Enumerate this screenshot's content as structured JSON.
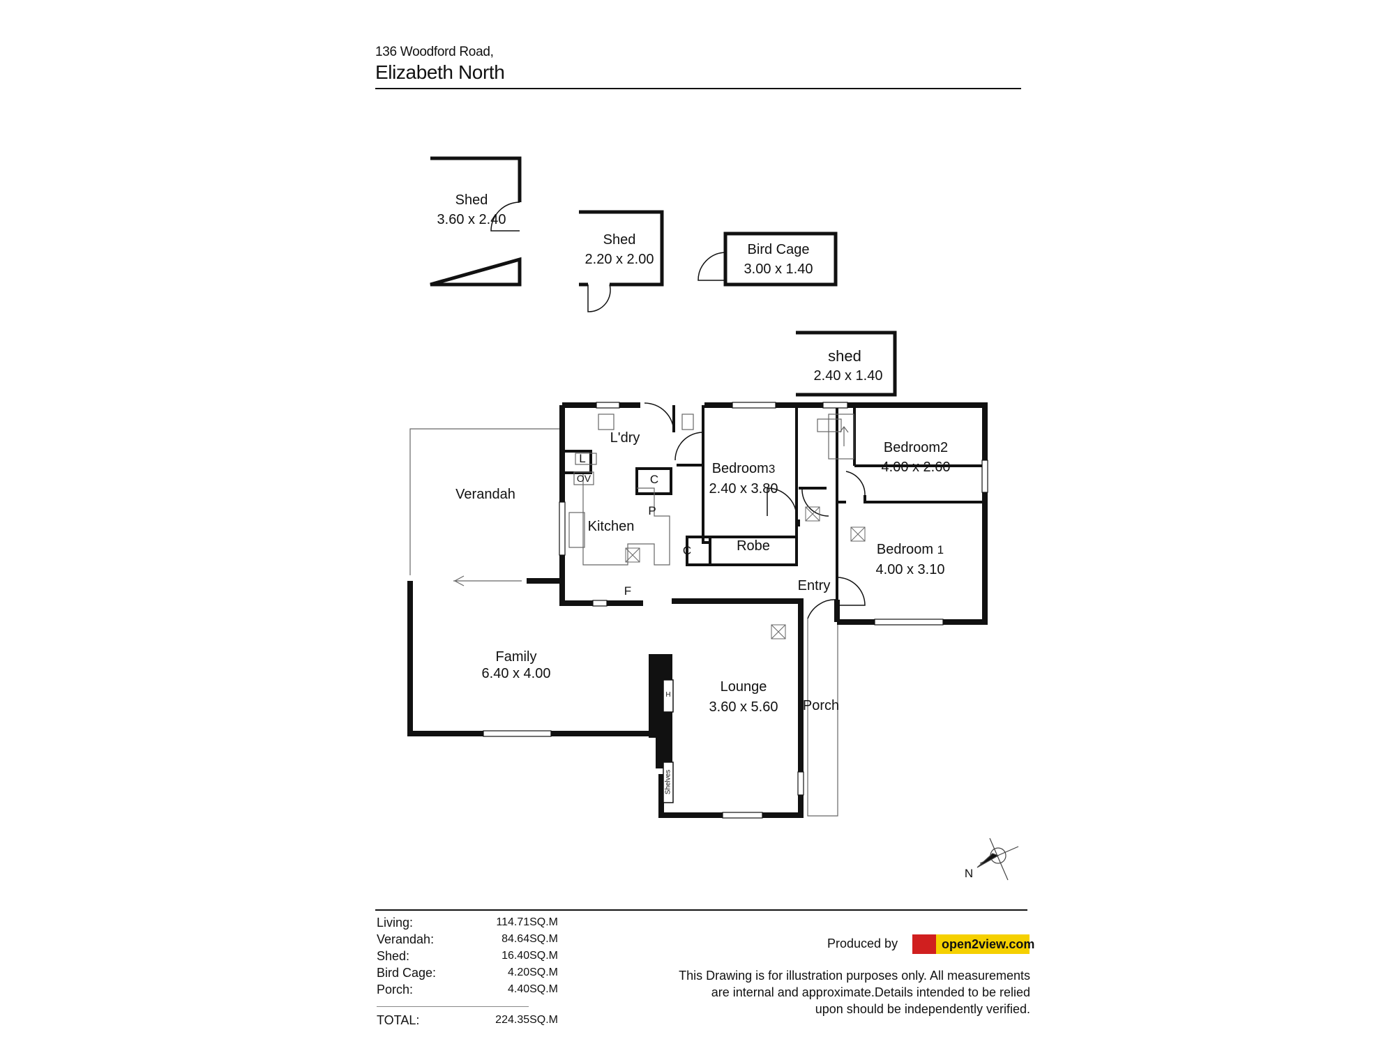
{
  "header": {
    "address_line1": "136 Woodford Road,",
    "address_line2": "Elizabeth North"
  },
  "rooms": {
    "shed_a": {
      "name": "Shed",
      "dims": "3.60 x 2.40"
    },
    "shed_b": {
      "name": "Shed",
      "dims": "2.20 x 2.00"
    },
    "bird_cage": {
      "name": "Bird Cage",
      "dims": "3.00 x 1.40"
    },
    "shed_c": {
      "name": "shed",
      "dims": "2.40 x 1.40"
    },
    "laundry": {
      "name": "L'dry"
    },
    "bedroom3": {
      "name": "Bedroom",
      "num": "3",
      "dims": "2.40 x 3.80"
    },
    "bedroom2": {
      "name": "Bedroom2",
      "dims": "4.00 x 2.60"
    },
    "bedroom1": {
      "name": "Bedroom",
      "num": "1",
      "dims": "4.00 x 3.10"
    },
    "verandah": {
      "name": "Verandah"
    },
    "kitchen": {
      "name": "Kitchen"
    },
    "robe": {
      "name": "Robe"
    },
    "entry": {
      "name": "Entry"
    },
    "family": {
      "name": "Family",
      "dims": "6.40 x 4.00"
    },
    "lounge": {
      "name": "Lounge",
      "dims": "3.60 x 5.60"
    },
    "porch": {
      "name": "Porch"
    }
  },
  "fixtures": {
    "l": "L",
    "ov": "OV",
    "c1": "C",
    "p": "P",
    "c2": "C",
    "f": "F",
    "h": "H",
    "shelves": "Shelves",
    "north": "N"
  },
  "areas": [
    {
      "label": "Living:",
      "value": "114.71SQ.M"
    },
    {
      "label": "Verandah:",
      "value": "84.64SQ.M"
    },
    {
      "label": "Shed:",
      "value": "16.40SQ.M"
    },
    {
      "label": "Bird Cage:",
      "value": "4.20SQ.M"
    },
    {
      "label": "Porch:",
      "value": "4.40SQ.M"
    }
  ],
  "total": {
    "label": "TOTAL:",
    "value": "224.35SQ.M"
  },
  "footer": {
    "produced_by": "Produced by",
    "brand": "open2view.com",
    "disclaimer_line1": "This Drawing is for illustration purposes only. All measurements",
    "disclaimer_line2": "are internal and approximate.Details intended to be relied",
    "disclaimer_line3": "upon should be independently verified."
  }
}
